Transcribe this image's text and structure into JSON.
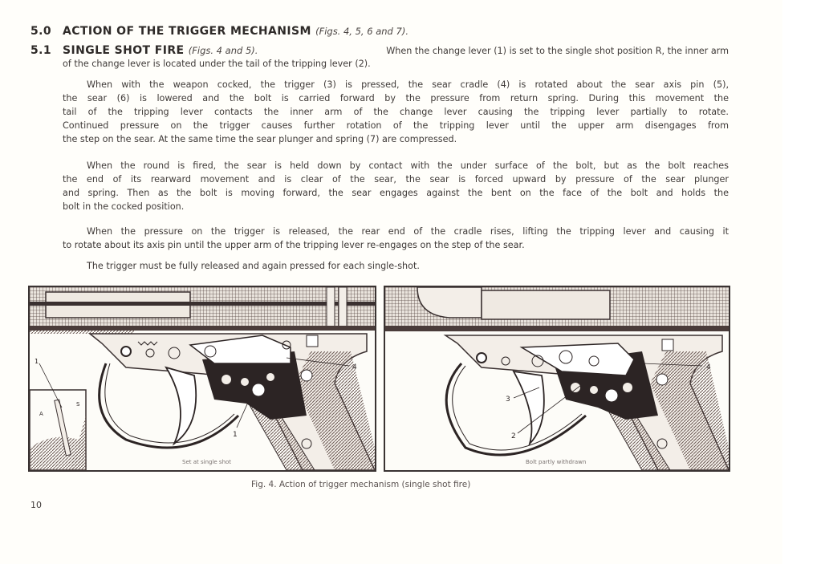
{
  "section_5_0": {
    "number": "5.0",
    "title": "ACTION OF THE TRIGGER MECHANISM",
    "figure_refs": "(Figs. 4, 5, 6 and 7)."
  },
  "section_5_1": {
    "number": "5.1",
    "title": "SINGLE SHOT FIRE",
    "figure_refs": "(Figs. 4 and 5).",
    "intro_line_1": "When the change lever (1) is set to the single shot position R, the inner arm",
    "intro_line_2": "of the change lever is located under the tail of the tripping lever (2)."
  },
  "paragraphs": [
    {
      "lines": [
        "When with the weapon cocked, the trigger (3) is pressed, the sear cradle (4) is rotated about the sear axis pin (5),",
        "the sear (6) is lowered and the bolt is carried forward by the pressure from return spring.  During this movement the",
        "tail of the tripping lever contacts the inner arm of the change lever causing the tripping lever partially to rotate.",
        "Continued pressure on the trigger causes further rotation of the tripping lever until the upper arm disengages from",
        "the step on the sear.  At the same time the sear plunger and spring (7) are compressed."
      ]
    },
    {
      "lines": [
        "When the round is fired, the sear is held down by contact with the under surface of the bolt, but as the bolt reaches",
        "the end of its rearward movement and is clear of the sear, the sear is forced upward by pressure of the sear plunger",
        "and spring.  Then as the bolt is moving forward, the sear engages against the bent on the face of the bolt and holds the",
        "bolt in the cocked position."
      ]
    },
    {
      "lines": [
        "When the pressure on the trigger is released, the rear end of the cradle rises, lifting the tripping lever and causing it",
        "to rotate about its axis pin until the upper arm of the tripping lever re-engages on the step of the sear."
      ]
    },
    {
      "lines": [
        "The trigger must be fully released and again pressed for each single-shot."
      ]
    }
  ],
  "figure": {
    "left_panel": {
      "caption": "Set at single shot",
      "callouts": [
        "1",
        "4",
        "1"
      ],
      "inset_labels": {
        "a": "A",
        "s": "S"
      }
    },
    "right_panel": {
      "caption": "Bolt partly withdrawn",
      "callouts": [
        "3",
        "2",
        "4"
      ]
    },
    "caption": "Fig. 4.   Action of trigger mechanism (single shot fire)"
  },
  "page_number": "10"
}
